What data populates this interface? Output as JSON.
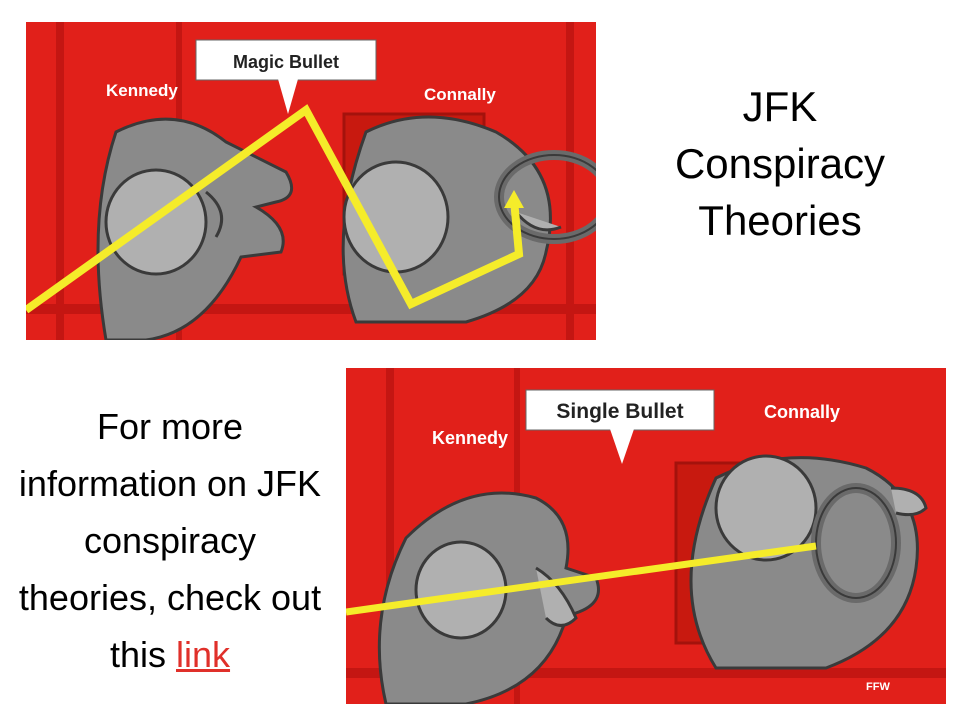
{
  "title": {
    "line1": "JFK",
    "line2": "Conspiracy",
    "line3": "Theories"
  },
  "top_cartoon": {
    "callout": "Magic Bullet",
    "left_name": "Kennedy",
    "right_name": "Connally"
  },
  "bottom_cartoon": {
    "callout": "Single Bullet",
    "left_name": "Kennedy",
    "right_name": "Connally",
    "signature": "FFW"
  },
  "info": {
    "text": "For more information on JFK conspiracy theories, check out this",
    "link_label": "link"
  },
  "colors": {
    "background_red": "#e1201a",
    "figure_gray": "#8a8a8a",
    "bullet_yellow": "#f5ec2a",
    "link_red": "#e0302a"
  }
}
